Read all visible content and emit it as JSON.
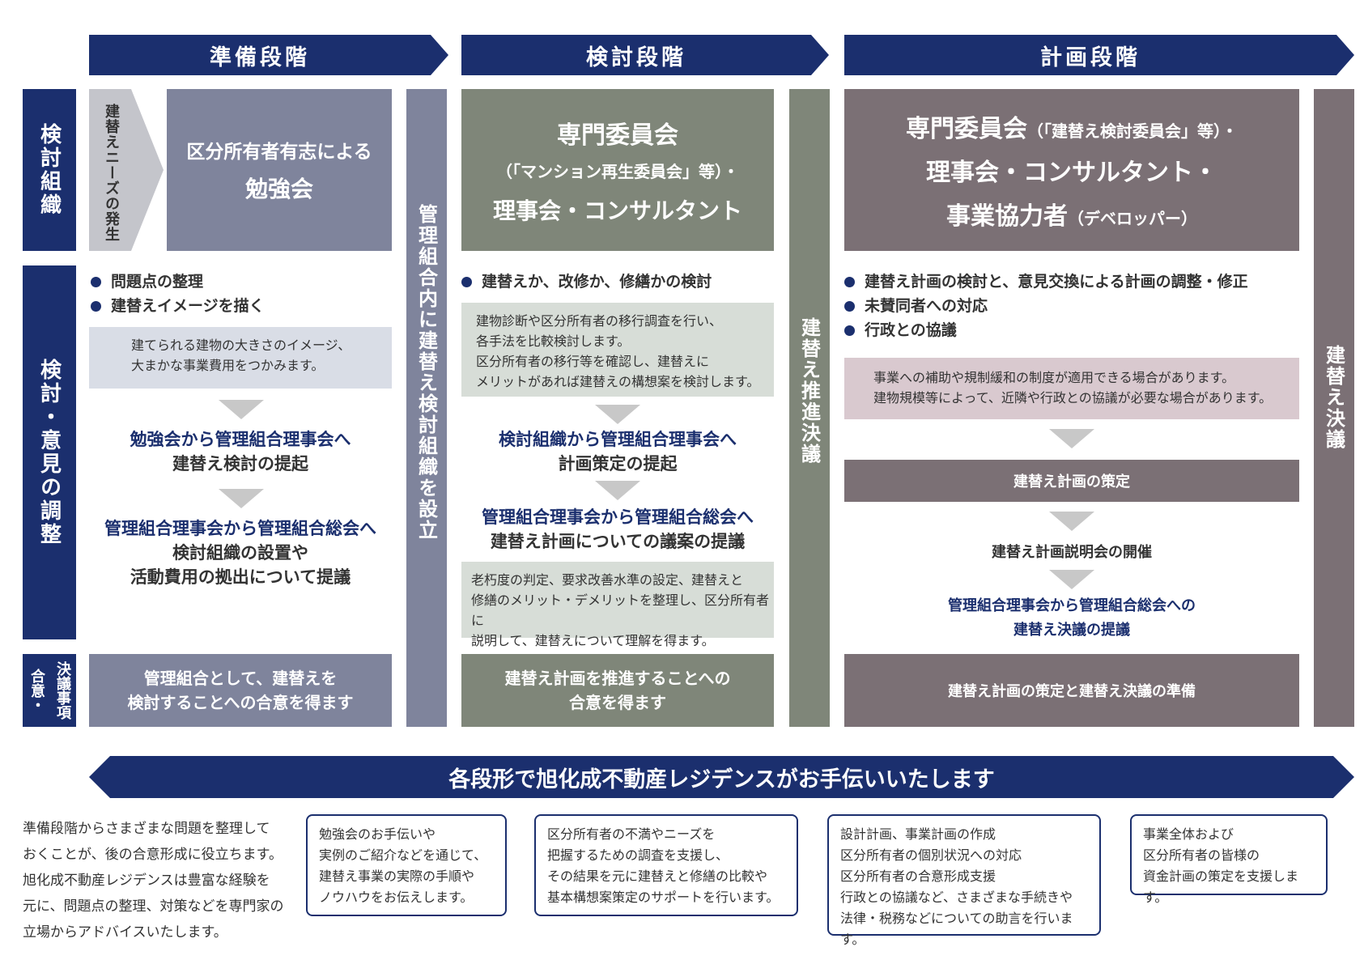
{
  "stages": [
    "準備段階",
    "検討段階",
    "計画段階"
  ],
  "row_labels": {
    "org": "検討組織",
    "discussion": "検討・意見の調整",
    "agreement_line1": "合意・",
    "agreement_line2": "決議事項"
  },
  "prep": {
    "needs_arrow": "建替えニーズの発生",
    "org_title_line1": "区分所有者有志による",
    "org_title_line2": "勉強会",
    "bullets": [
      "問題点の整理",
      "建替えイメージを描く"
    ],
    "note_line1": "建てられる建物の大きさのイメージ、",
    "note_line2": "大まかな事業費用をつかみます。",
    "step1_line1": "勉強会から管理組合理事会へ",
    "step1_line2": "建替え検討の提起",
    "step2_line1": "管理組合理事会から管理組合総会へ",
    "step2_line2": "検討組織の設置や",
    "step2_line3": "活動費用の拠出について提議",
    "agreement_line1": "管理組合として、建替えを",
    "agreement_line2": "検討することへの合意を得ます"
  },
  "divider1": "管理組合内に建替え検討組織を設立",
  "review": {
    "org_line1": "専門委員会",
    "org_line2": "（「マンション再生委員会」等）・",
    "org_line3": "理事会・コンサルタント",
    "bullets": [
      "建替えか、改修か、修繕かの検討"
    ],
    "note_lines": [
      "建物診断や区分所有者の移行調査を行い、",
      "各手法を比較検討します。",
      "区分所有者の移行等を確認し、建替えに",
      "メリットがあれば建替えの構想案を検討します。"
    ],
    "step1_line1": "検討組織から管理組合理事会へ",
    "step1_line2": "計画策定の提起",
    "step2_line1": "管理組合理事会から管理組合総会へ",
    "step2_line2": "建替え計画についての議案の提議",
    "note2_lines": [
      "老朽度の判定、要求改善水準の設定、建替えと",
      "修繕のメリット・デメリットを整理し、区分所有者に",
      "説明して、建替えについて理解を得ます。"
    ],
    "agreement_line1": "建替え計画を推進することへの",
    "agreement_line2": "合意を得ます"
  },
  "divider2": "建替え推進決議",
  "plan": {
    "org_line1_main": "専門委員会",
    "org_line1_sub": "（「建替え検討委員会」等）・",
    "org_line2": "理事会・コンサルタント・",
    "org_line3_main": "事業協力者",
    "org_line3_sub": "（デベロッパー）",
    "bullets": [
      "建替え計画の検討と、意見交換による計画の調整・修正",
      "未賛同者への対応",
      "行政との協議"
    ],
    "note_line1": "事業への補助や規制緩和の制度が適用できる場合があります。",
    "note_line2": "建物規模等によって、近隣や行政との協議が必要な場合があります。",
    "step_bar": "建替え計画の策定",
    "step_text": "建替え計画説明会の開催",
    "step3_line1": "管理組合理事会から管理組合総会への",
    "step3_line2": "建替え決議の提議",
    "agreement": "建替え計画の策定と建替え決議の準備"
  },
  "divider3": "建替え決議",
  "banner": "各段形で旭化成不動産レジデンスがお手伝いいたします",
  "intro_lines": [
    "準備段階からさまざまな問題を整理して",
    "おくことが、後の合意形成に役立ちます。",
    "旭化成不動産レジデンスは豊富な経験を",
    "元に、問題点の整理、対策などを専門家の",
    "立場からアドバイスいたします。"
  ],
  "callouts": [
    {
      "lines": [
        "勉強会のお手伝いや",
        "実例のご紹介などを通じて、",
        "建替え事業の実際の手順や",
        "ノウハウをお伝えします。"
      ]
    },
    {
      "lines": [
        "区分所有者の不満やニーズを",
        "把握するための調査を支援し、",
        "その結果を元に建替えと修繕の比較や",
        "基本構想案策定のサポートを行います。"
      ]
    },
    {
      "lines": [
        "設計計画、事業計画の作成",
        "区分所有者の個別状況への対応",
        "区分所有者の合意形成支援",
        "行政との協議など、さまざまな手続きや",
        "法律・税務などについての助言を行います。"
      ]
    },
    {
      "lines": [
        "事業全体および",
        "区分所有者の皆様の",
        "資金計画の策定を支援します。"
      ]
    }
  ],
  "colors": {
    "navy": "#1b2f6e",
    "prep_gray": "#7f849c",
    "review_green": "#7f8679",
    "plan_mauve": "#7b7075",
    "prep_note": "#d9dde6",
    "review_note": "#d7ddd7",
    "plan_note": "#d9c9cf"
  }
}
